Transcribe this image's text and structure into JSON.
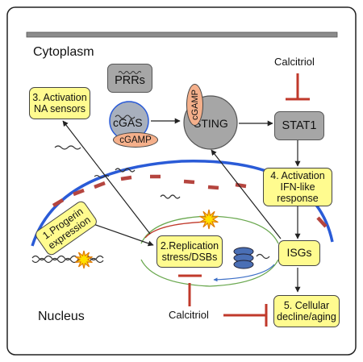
{
  "regions": {
    "cytoplasm": "Cytoplasm",
    "nucleus": "Nucleus"
  },
  "nodes": {
    "prrs": "PRRs",
    "cgas": "cGAS",
    "cgamp_bottom": "cGAMP",
    "cgamp_top": "cGAMP",
    "sting": "STING",
    "stat1": "STAT1",
    "isgs": "ISGs",
    "calcitriol_top": "Calcitriol",
    "calcitriol_bottom": "Calcitriol"
  },
  "steps": {
    "s1": [
      "1.Progerin",
      "expression"
    ],
    "s2": [
      "2.Replication",
      "stress/DSBs"
    ],
    "s3": [
      "3. Activation",
      "NA sensors"
    ],
    "s4": [
      "4. Activation",
      "IFN-like",
      "response"
    ],
    "s5": [
      "5. Cellular",
      "decline/aging"
    ]
  },
  "colors": {
    "frame": "#222222",
    "nuclear_envelope": "#2a5bd7",
    "lamina_segments": "#b5453f",
    "inhibitor": "#c0392b",
    "sensor_box": "#a6a6a6",
    "step_box": "#fffb8f",
    "cgamp_pill": "#f5b08b",
    "cgas_circle": "#a8b0bd",
    "cgas_outline": "#2a5bd7",
    "explosion_fill": "#ffe000",
    "explosion_stroke": "#e07b00",
    "dna_fork_red": "#c0392b",
    "dna_fork_green": "#6aa84f",
    "dna_fork_blue": "#3d6fc7",
    "helicase": "#4a6fb5"
  }
}
